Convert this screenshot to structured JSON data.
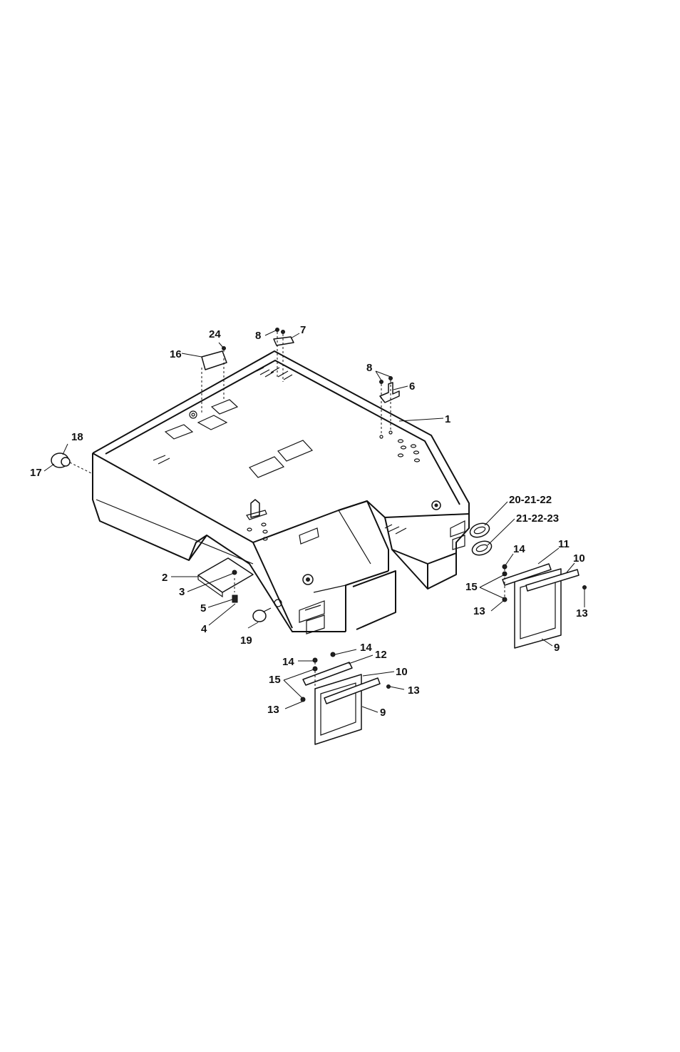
{
  "callouts": {
    "c1": "1",
    "c2": "2",
    "c3": "3",
    "c4": "4",
    "c5": "5",
    "c6": "6",
    "c7": "7",
    "c8a": "8",
    "c8b": "8",
    "c9a": "9",
    "c9b": "9",
    "c10a": "10",
    "c10b": "10",
    "c11": "11",
    "c12": "12",
    "c13a": "13",
    "c13b": "13",
    "c13c": "13",
    "c13d": "13",
    "c14a": "14",
    "c14b": "14",
    "c14c": "14",
    "c15a": "15",
    "c15b": "15",
    "c16": "16",
    "c17": "17",
    "c18": "18",
    "c19": "19",
    "c20": "20-21-22",
    "c21": "21-22-23",
    "c24": "24"
  }
}
